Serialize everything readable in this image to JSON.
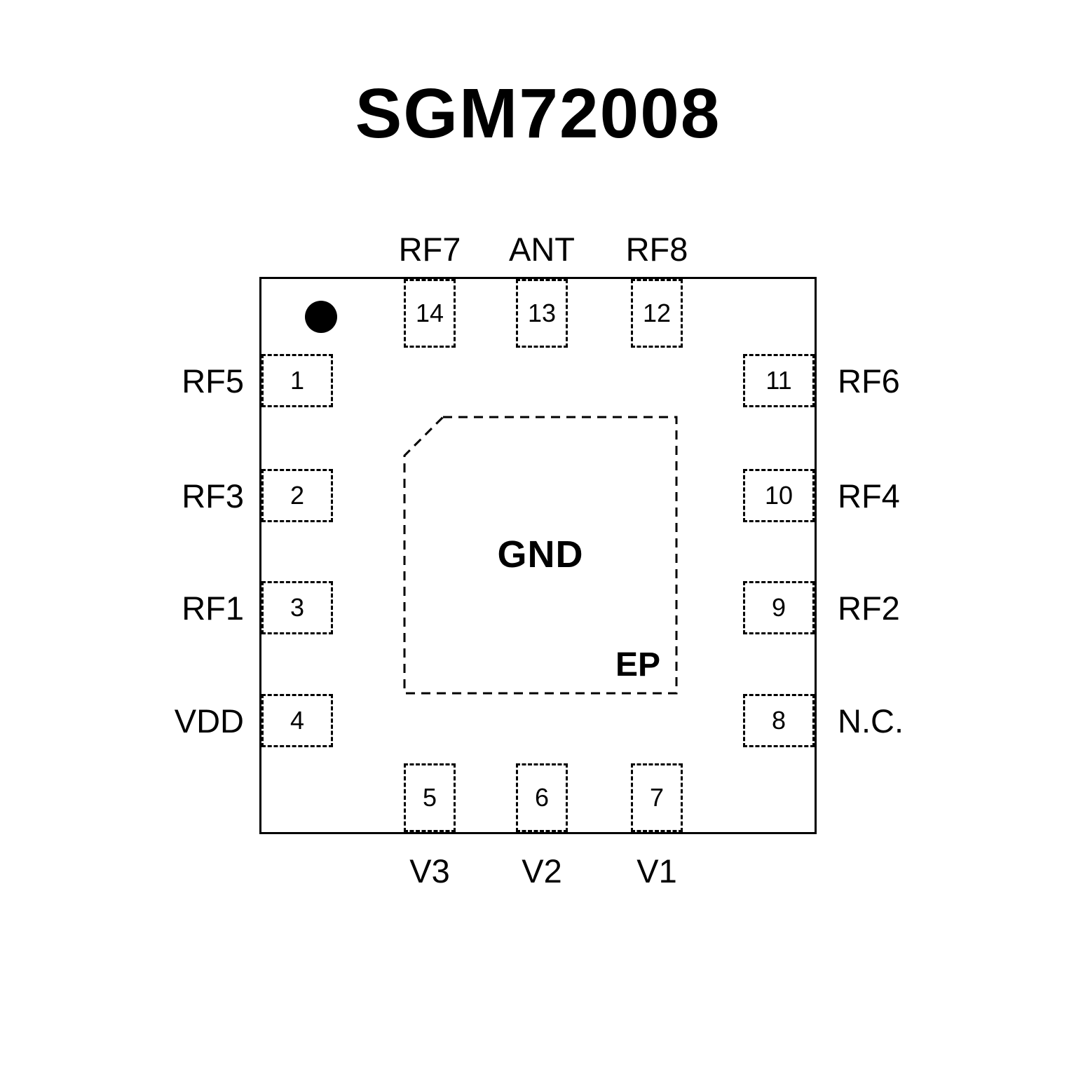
{
  "title": "SGM72008",
  "chip": {
    "center_pad_label": "GND",
    "exposed_pad_label": "EP"
  },
  "pins": {
    "top": [
      {
        "number": "14",
        "label": "RF7"
      },
      {
        "number": "13",
        "label": "ANT"
      },
      {
        "number": "12",
        "label": "RF8"
      }
    ],
    "left": [
      {
        "number": "1",
        "label": "RF5"
      },
      {
        "number": "2",
        "label": "RF3"
      },
      {
        "number": "3",
        "label": "RF1"
      },
      {
        "number": "4",
        "label": "VDD"
      }
    ],
    "right": [
      {
        "number": "11",
        "label": "RF6"
      },
      {
        "number": "10",
        "label": "RF4"
      },
      {
        "number": "9",
        "label": "RF2"
      },
      {
        "number": "8",
        "label": "N.C."
      }
    ],
    "bottom": [
      {
        "number": "5",
        "label": "V3"
      },
      {
        "number": "6",
        "label": "V2"
      },
      {
        "number": "7",
        "label": "V1"
      }
    ]
  }
}
